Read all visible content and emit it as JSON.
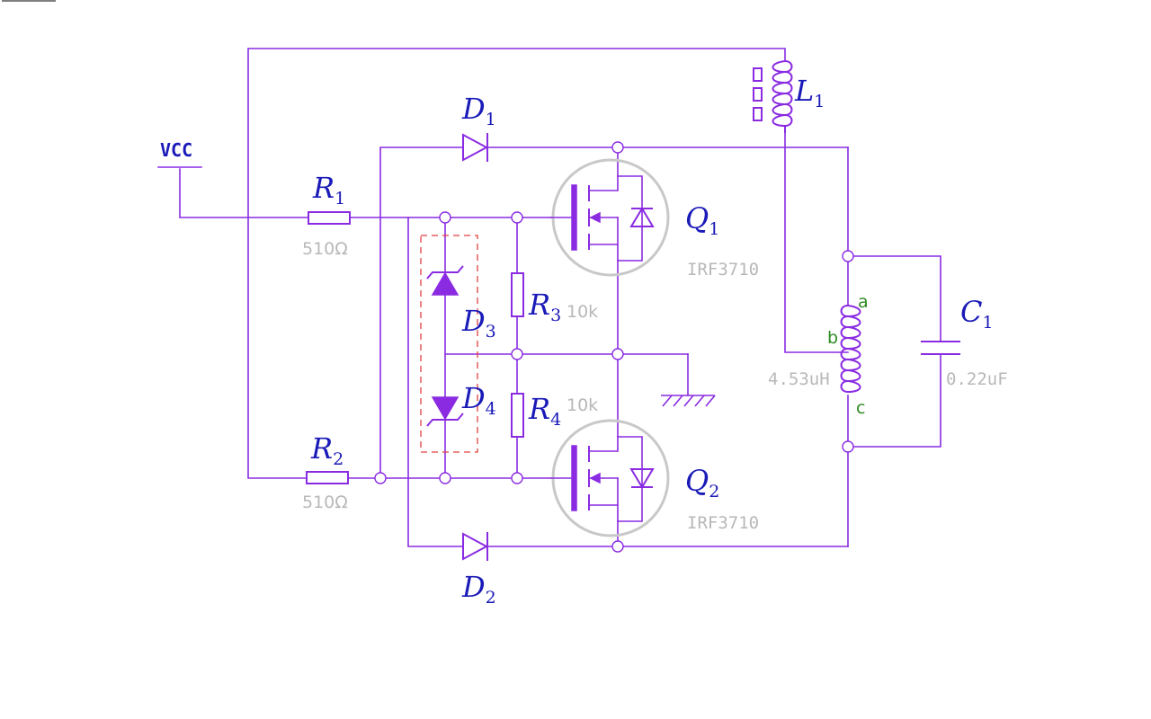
{
  "supply": {
    "label": "VCC"
  },
  "resistors": {
    "r1": {
      "ref": "R",
      "sub": "1",
      "value": "510Ω"
    },
    "r2": {
      "ref": "R",
      "sub": "2",
      "value": "510Ω"
    },
    "r3": {
      "ref": "R",
      "sub": "3",
      "value": "10k"
    },
    "r4": {
      "ref": "R",
      "sub": "4",
      "value": "10k"
    }
  },
  "diodes": {
    "d1": {
      "ref": "D",
      "sub": "1"
    },
    "d2": {
      "ref": "D",
      "sub": "2"
    },
    "d3": {
      "ref": "D",
      "sub": "3"
    },
    "d4": {
      "ref": "D",
      "sub": "4"
    }
  },
  "transistors": {
    "q1": {
      "ref": "Q",
      "sub": "1",
      "part": "IRF3710"
    },
    "q2": {
      "ref": "Q",
      "sub": "2",
      "part": "IRF3710"
    }
  },
  "inductors": {
    "l1": {
      "ref": "L",
      "sub": "1"
    },
    "work_coil": {
      "value": "4.53uH",
      "taps": {
        "a": "a",
        "b": "b",
        "c": "c"
      }
    }
  },
  "capacitor": {
    "ref": "C",
    "sub": "1",
    "value": "0.22uF"
  }
}
